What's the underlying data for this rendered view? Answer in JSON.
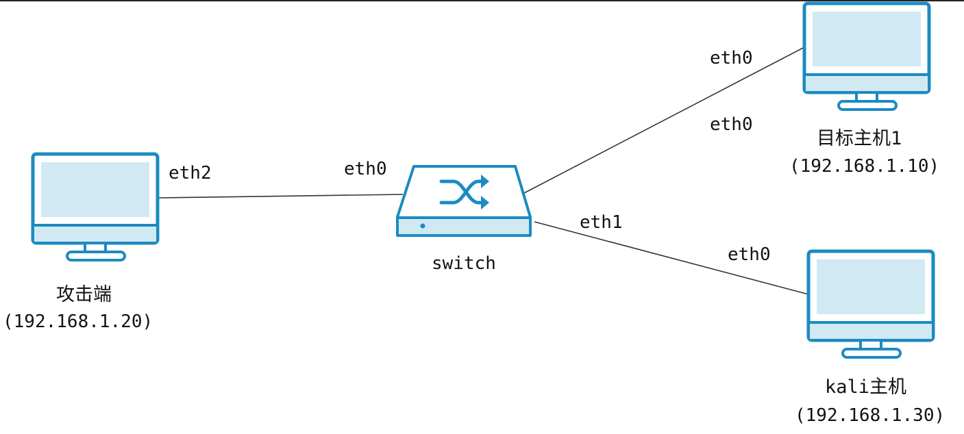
{
  "colors": {
    "accent": "#1b8bc1",
    "screen": "#d1e9f3",
    "link": "#333333"
  },
  "nodes": {
    "attacker": {
      "name": "攻击端",
      "ip": "(192.168.1.20)",
      "icon": "monitor-icon"
    },
    "target": {
      "name": "目标主机1",
      "ip": "(192.168.1.10)",
      "icon": "monitor-icon"
    },
    "kali": {
      "name": "kali主机",
      "ip": "(192.168.1.30)",
      "icon": "monitor-icon"
    },
    "switch": {
      "name": "switch",
      "icon": "switch-icon"
    }
  },
  "links": {
    "attacker_switch": {
      "attacker_port": "eth2",
      "switch_port": "eth0"
    },
    "switch_target": {
      "switch_port": "eth0",
      "target_port": "eth0"
    },
    "switch_kali": {
      "switch_port": "eth1",
      "kali_port": "eth0"
    }
  }
}
